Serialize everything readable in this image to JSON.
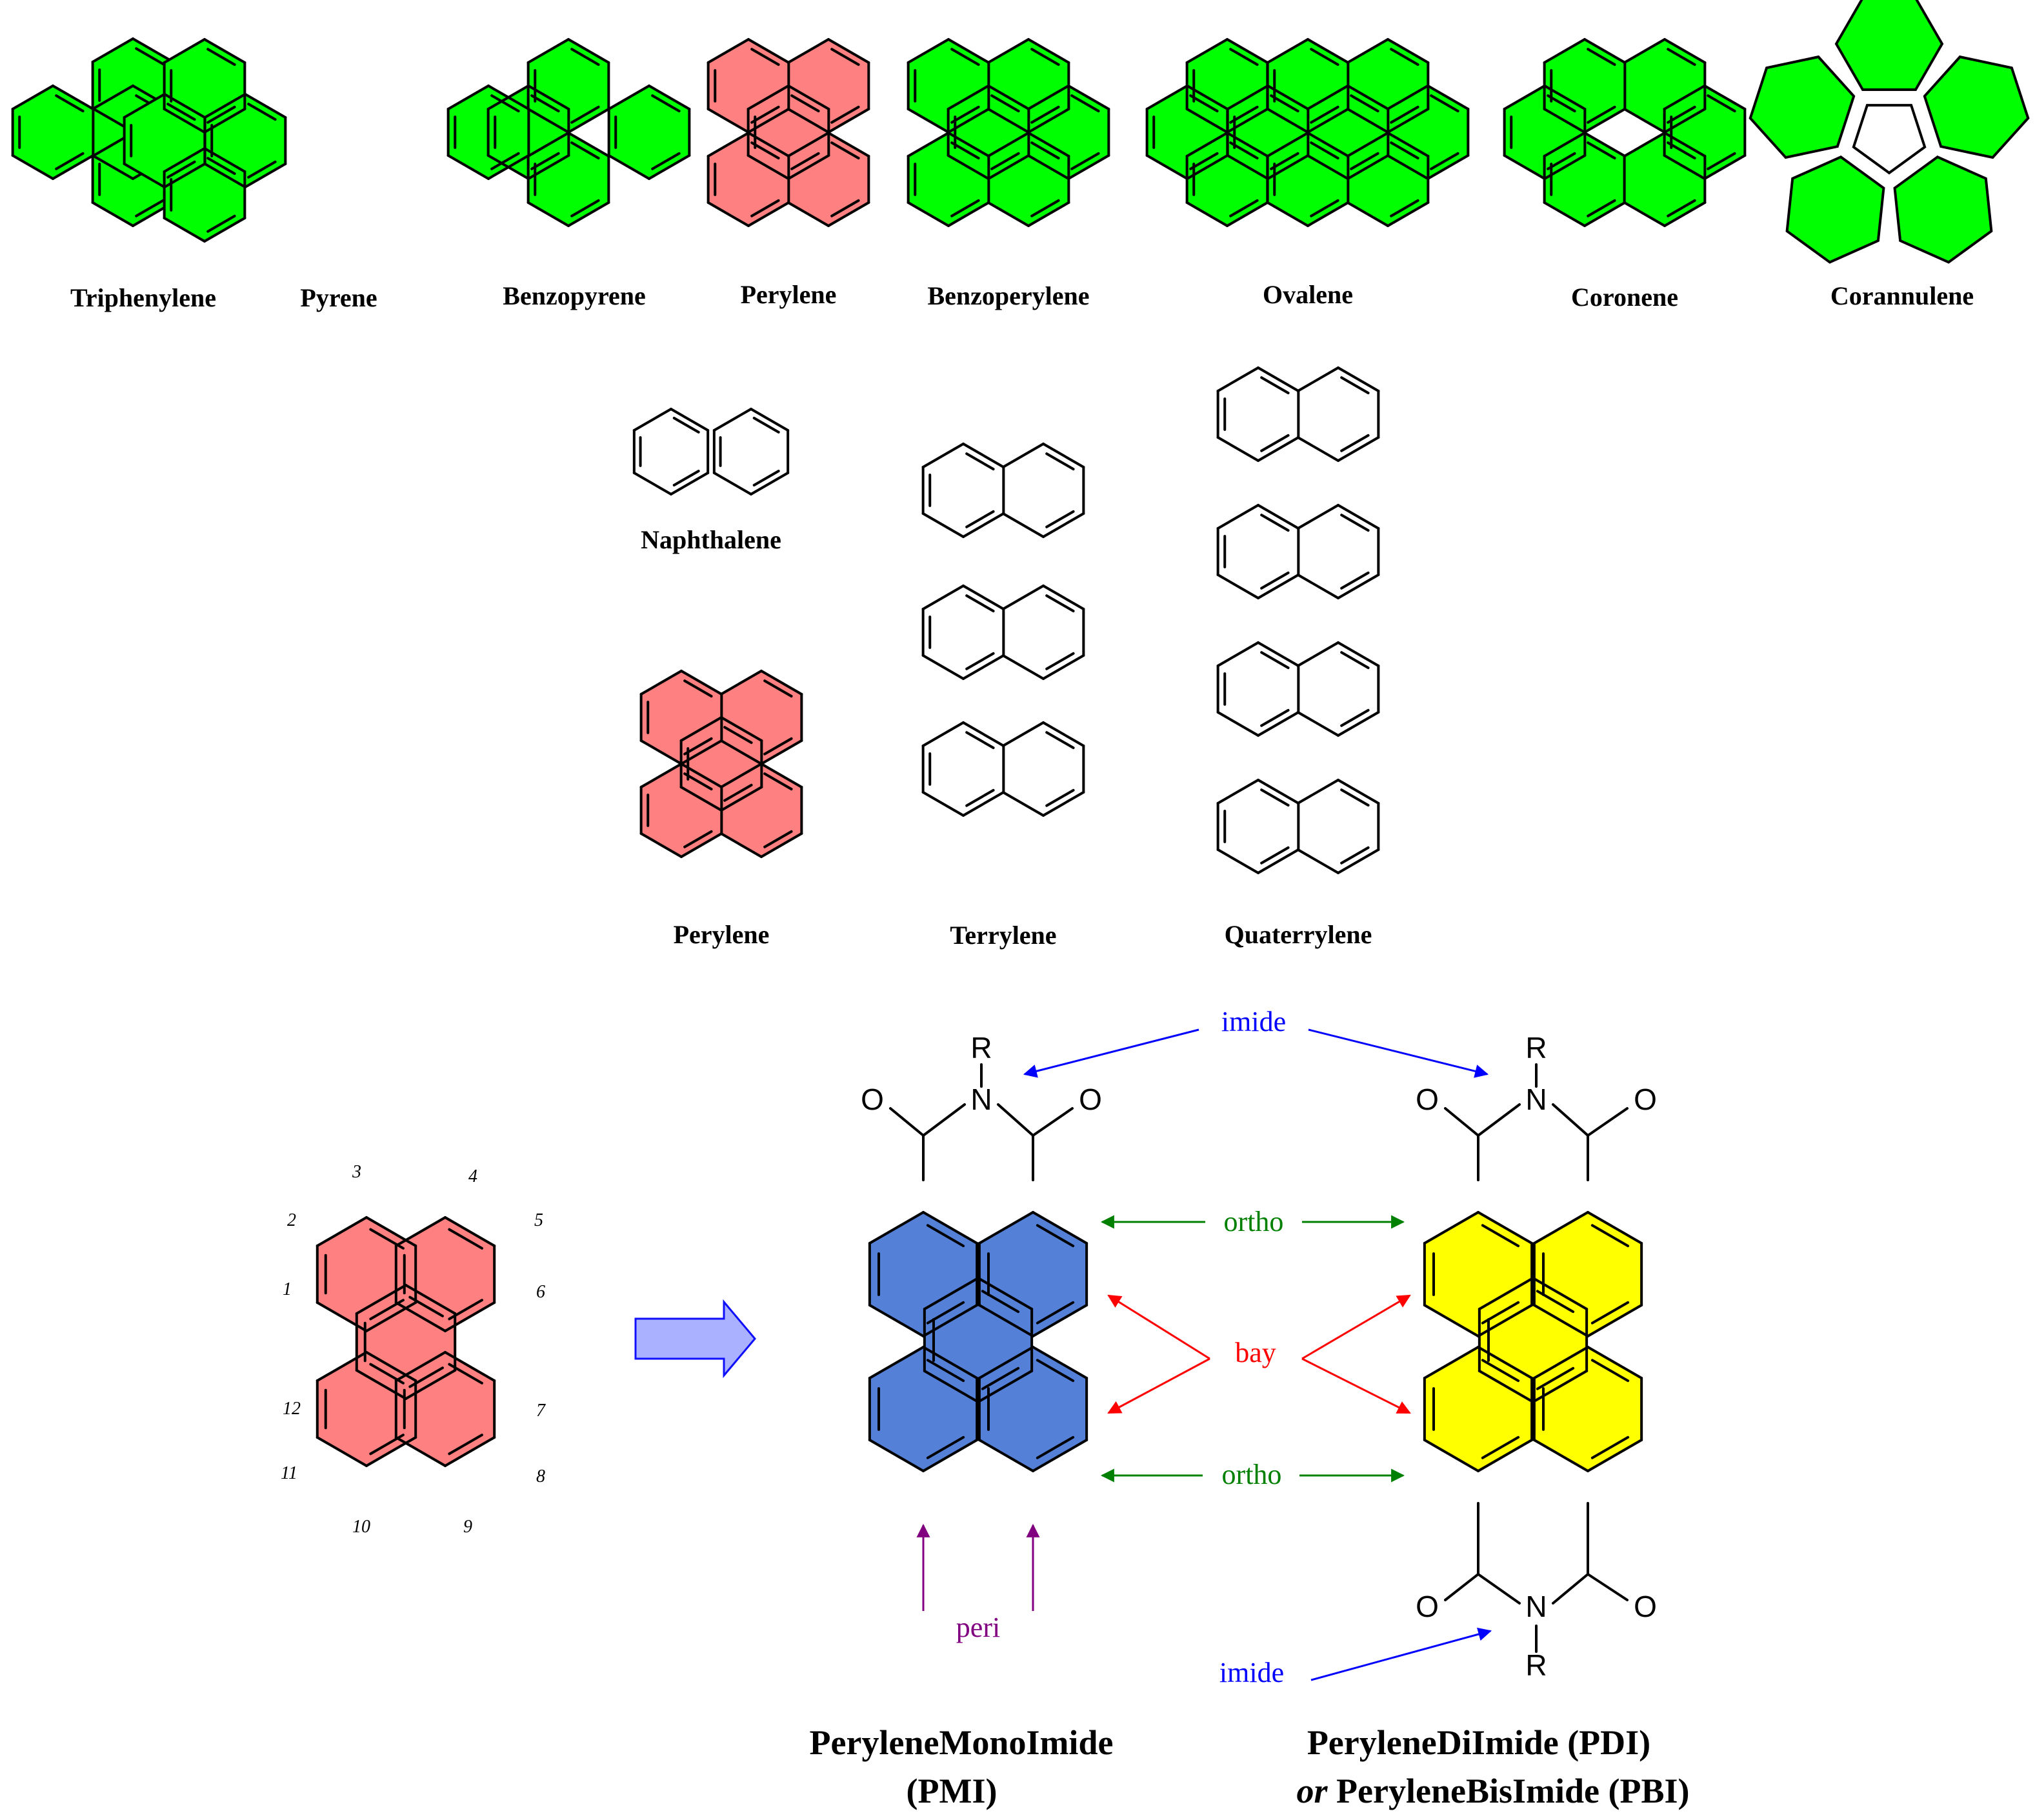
{
  "colors": {
    "green": "#00ff00",
    "salmon": "#ff8080",
    "blue": "#5580d8",
    "yellow": "#ffff00",
    "imide": "#0000ff",
    "ortho": "#008000",
    "bay": "#ff0000",
    "peri": "#800080",
    "arrow_fill": "#aab2ff",
    "arrow_stroke": "#1010ff"
  },
  "row1": [
    {
      "id": "triphenylene",
      "label": "Triphenylene"
    },
    {
      "id": "pyrene",
      "label": "Pyrene"
    },
    {
      "id": "benzopyrene",
      "label": "Benzopyrene"
    },
    {
      "id": "perylene-top",
      "label": "Perylene"
    },
    {
      "id": "benzoperylene",
      "label": "Benzoperylene"
    },
    {
      "id": "ovalene",
      "label": "Ovalene"
    },
    {
      "id": "coronene",
      "label": "Coronene"
    },
    {
      "id": "corannulene",
      "label": "Corannulene"
    }
  ],
  "row2": {
    "naphthalene": "Naphthalene",
    "perylene": "Perylene",
    "terrylene": "Terrylene",
    "quaterrylene": "Quaterrylene"
  },
  "row3": {
    "positions": [
      "1",
      "2",
      "3",
      "4",
      "5",
      "6",
      "7",
      "8",
      "9",
      "10",
      "11",
      "12"
    ],
    "atoms": {
      "R": "R",
      "N": "N",
      "O": "O"
    },
    "annotations": {
      "imide": "imide",
      "ortho": "ortho",
      "bay": "bay",
      "peri": "peri"
    },
    "pmi": {
      "line1": "PeryleneMonoImide",
      "line2": "(PMI)"
    },
    "pdi": {
      "line1": "PeryleneDiImide (PDI)",
      "line2_or": "or",
      "line2_rest": " PeryleneBisImide (PBI)"
    }
  }
}
